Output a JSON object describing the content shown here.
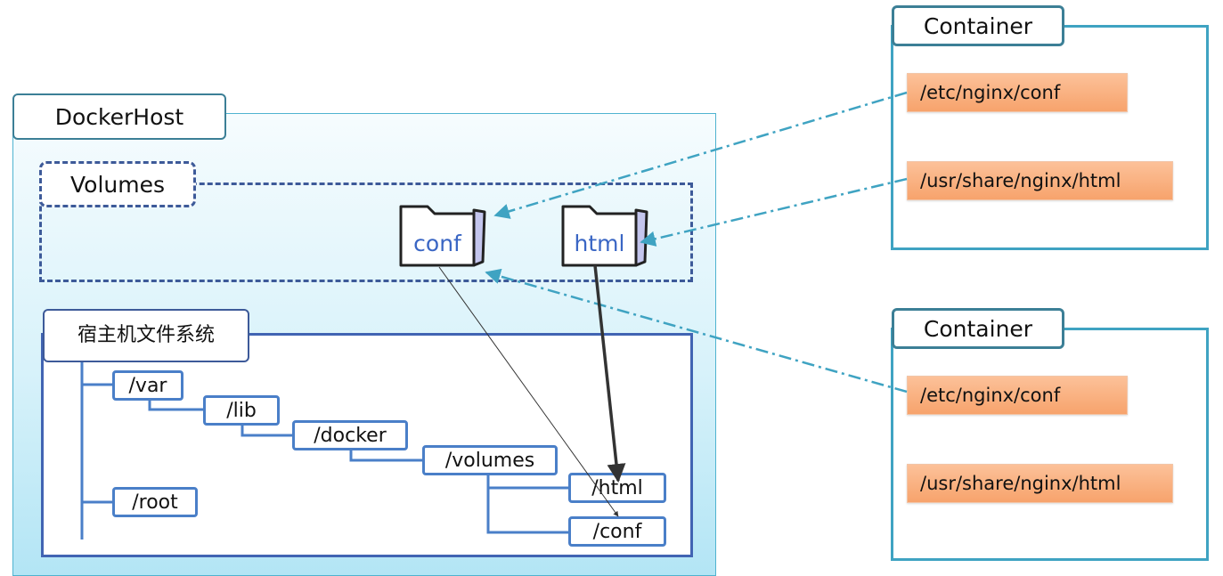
{
  "docker_host": {
    "title": "DockerHost",
    "volumes": {
      "title": "Volumes",
      "folders": [
        "conf",
        "html"
      ]
    },
    "host_fs": {
      "title": "宿主机文件系统",
      "nodes": {
        "var": "/var",
        "lib": "/lib",
        "docker": "/docker",
        "volumes": "/volumes",
        "html": "/html",
        "conf": "/conf",
        "root": "/root"
      }
    }
  },
  "containers": [
    {
      "title": "Container",
      "paths": [
        "/etc/nginx/conf",
        "/usr/share/nginx/html"
      ]
    },
    {
      "title": "Container",
      "paths": [
        "/etc/nginx/conf",
        "/usr/share/nginx/html"
      ]
    }
  ],
  "colors": {
    "accent": "#3fa3c2",
    "host_gradient": "#b3e5f5",
    "path_fill": "#f7a36c",
    "tree_line": "#4a7fc8"
  }
}
